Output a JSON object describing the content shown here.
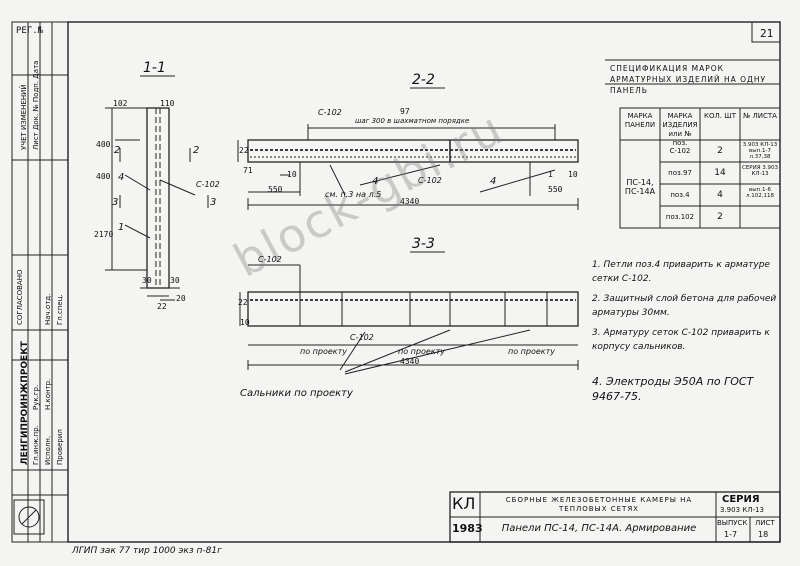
{
  "sheet": {
    "page_number": "21",
    "reg_label": "РЕГ.№",
    "watermark": "block-gbi.ru",
    "bottom_print": "ЛГИП зак 77 тир 1000 экз п-81г"
  },
  "left_strip": {
    "org": "ЛЕНГИПРОИНЖПРОЕКТ",
    "agreed": "СОГЛАСОВАНО",
    "changes": "УЧЕТ ИЗМЕНЕНИЙ",
    "changes_cols": "Лист  Док. №  Подп.  Дата",
    "roles": [
      "Гл.инж.пр.",
      "Рук.гр.",
      "Исполн.",
      "Проверил"
    ],
    "extra": [
      "Нач.отд.",
      "Гл.спец.",
      "Н.контр."
    ]
  },
  "sections": {
    "s11": {
      "title": "1-1",
      "dims": [
        "102",
        "110",
        "400",
        "400",
        "2170",
        "30",
        "30",
        "22",
        "20"
      ],
      "marks": [
        "2",
        "2",
        "4",
        "С-102",
        "3",
        "3",
        "1"
      ]
    },
    "s22": {
      "title": "2-2",
      "dims": [
        "97",
        "22",
        "10",
        "550",
        "4340",
        "550",
        "10",
        "71",
        "1"
      ],
      "labels": [
        "С-102",
        "шаг 300 в шахматном порядке",
        "С-102",
        "4",
        "4",
        "см. п.3 на л.5"
      ]
    },
    "s33": {
      "title": "3-3",
      "dims": [
        "22",
        "10",
        "4340"
      ],
      "labels": [
        "С-102",
        "С-102",
        "по проекту",
        "по проекту",
        "по проекту",
        "Сальники по проекту"
      ]
    }
  },
  "spec": {
    "title": "СПЕЦИФИКАЦИЯ МАРОК АРМАТУРНЫХ ИЗДЕЛИЙ НА ОДНУ ПАНЕЛЬ",
    "headers": [
      "МАРКА ПАНЕЛИ",
      "МАРКА ИЗДЕЛИЯ или № поз.",
      "КОЛ. ШТ",
      "№ ЛИСТА"
    ],
    "panel": "ПС-14, ПС-14А",
    "rows": [
      {
        "item": "С-102",
        "qty": "2",
        "sheet": "3.903 КЛ-13 вып.1-7 л.37,38"
      },
      {
        "item": "поз.97",
        "qty": "14",
        "sheet": "СЕРИЯ 3.903 КЛ-13"
      },
      {
        "item": "поз.4",
        "qty": "4",
        "sheet": "вып.1-6 л.102,118"
      },
      {
        "item": "поз.102",
        "qty": "2",
        "sheet": ""
      }
    ]
  },
  "notes": [
    "1. Петли поз.4 приварить к арматуре сетки С-102.",
    "2. Защитный слой бетона для рабочей арматуры 30мм.",
    "3. Арматуру сеток С-102 приварить к корпусу сальников.",
    "4. Электроды Э50А по ГОСТ 9467-75."
  ],
  "stamp": {
    "code": "КЛ",
    "year": "1983",
    "title_top": "СБОРНЫЕ ЖЕЛЕЗОБЕТОННЫЕ КАМЕРЫ НА ТЕПЛОВЫХ СЕТЯХ",
    "title_main": "Панели ПС-14, ПС-14А. Армирование",
    "series_label": "СЕРИЯ",
    "series_value": "3.903 КЛ-13",
    "issue_label": "ВЫПУСК",
    "issue_value": "1-7",
    "sheet_label": "ЛИСТ",
    "sheet_value": "18"
  }
}
